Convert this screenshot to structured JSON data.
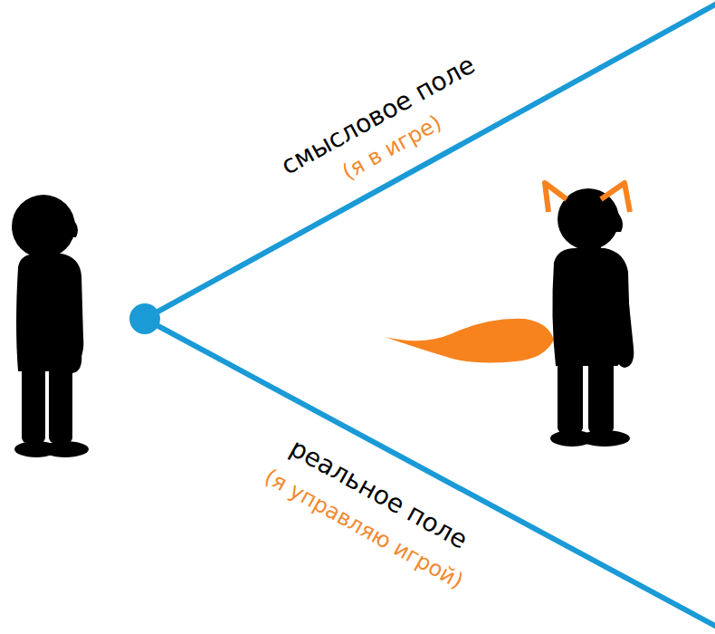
{
  "diagram": {
    "labels": [
      "смысловое поле",
      "(я в игре)",
      "реальное поле",
      "(я управляю игрой)"
    ]
  }
}
